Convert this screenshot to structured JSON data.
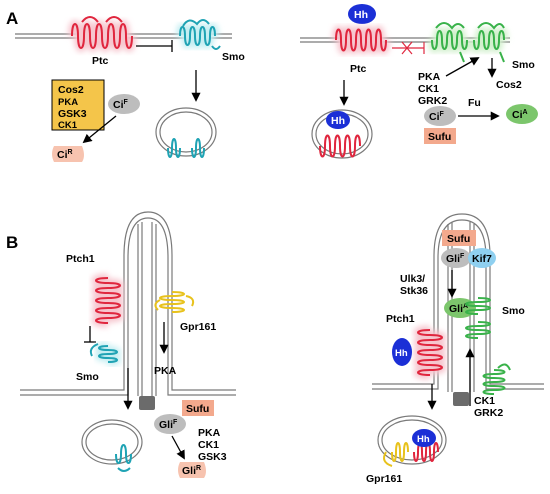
{
  "panels": {
    "a": "A",
    "b": "B"
  },
  "a_left": {
    "ptc": "Ptc",
    "smo": "Smo",
    "complex": [
      "Cos2",
      "PKA",
      "GSK3",
      "CK1"
    ],
    "cif_main": "Ci",
    "cif_sup": "F",
    "cir_main": "Ci",
    "cir_sup": "R"
  },
  "a_right": {
    "hh": "Hh",
    "hh_vesicle": "Hh",
    "ptc": "Ptc",
    "smo": "Smo",
    "kinases": [
      "PKA",
      "CK1",
      "GRK2"
    ],
    "cos2": "Cos2",
    "fu": "Fu",
    "cif_main": "Ci",
    "cif_sup": "F",
    "sufu": "Sufu",
    "cia_main": "Ci",
    "cia_sup": "A"
  },
  "b_left": {
    "ptch1": "Ptch1",
    "gpr161": "Gpr161",
    "smo": "Smo",
    "pka": "PKA",
    "sufu": "Sufu",
    "glif_main": "Gli",
    "glif_sup": "F",
    "kinases": [
      "PKA",
      "CK1",
      "GSK3"
    ],
    "glir_main": "Gli",
    "glir_sup": "R"
  },
  "b_right": {
    "sufu": "Sufu",
    "glif_main": "Gli",
    "glif_sup": "F",
    "kif7": "Kif7",
    "ulk3": "Ulk3/",
    "stk36": "Stk36",
    "glia_main": "Gli",
    "glia_sup": "A",
    "smo": "Smo",
    "ptch1": "Ptch1",
    "hh": "Hh",
    "kinases": [
      "CK1",
      "GRK2"
    ],
    "hh_vesicle": "Hh",
    "gpr161": "Gpr161"
  },
  "colors": {
    "ptc_red": "#e0263e",
    "ptc_glow": "#f6c6cf",
    "smo_teal": "#1fa3b4",
    "smo_glow": "#c5eef2",
    "smo_green": "#39b24a",
    "smo_green_glow": "#d2f0cd",
    "gpr_yellow": "#e8c21c",
    "hh_blue": "#1b2fd6",
    "complex_fill": "#f4c54a",
    "sufu_fill": "#f3a98d",
    "gli_gray": "#bdbdbd",
    "gli_active": "#7cc66c",
    "kif7": "#8fd0f0"
  }
}
